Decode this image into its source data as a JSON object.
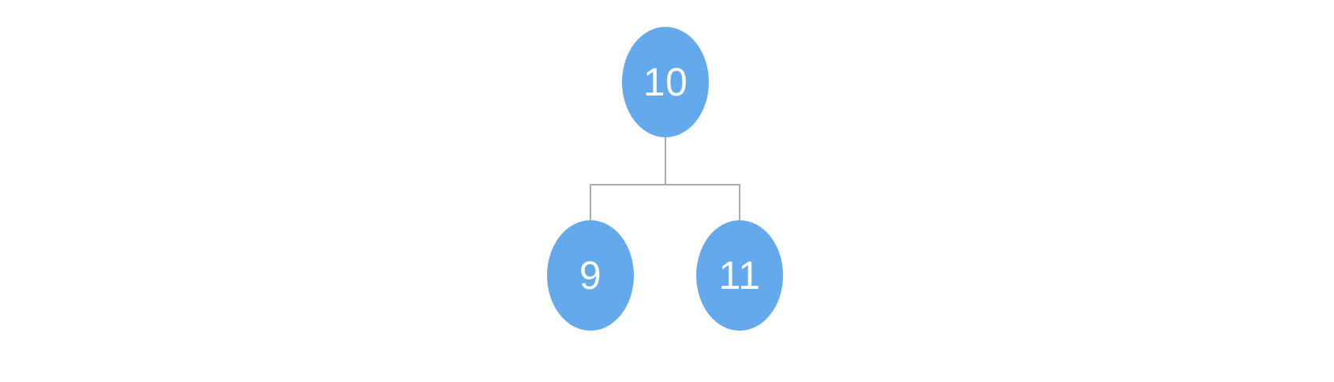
{
  "diagram": {
    "type": "binary-tree",
    "nodes": [
      {
        "id": "root",
        "label": "10",
        "role": "root"
      },
      {
        "id": "left-child",
        "label": "9",
        "role": "left child of 10"
      },
      {
        "id": "right-child",
        "label": "11",
        "role": "right child of 10"
      }
    ],
    "edges": [
      {
        "from": "10",
        "to": "9"
      },
      {
        "from": "10",
        "to": "11"
      }
    ],
    "colors": {
      "background": "#ffffff",
      "node_fill": "#64a9eb",
      "node_text": "#ffffff",
      "edge": "#ababab"
    }
  }
}
